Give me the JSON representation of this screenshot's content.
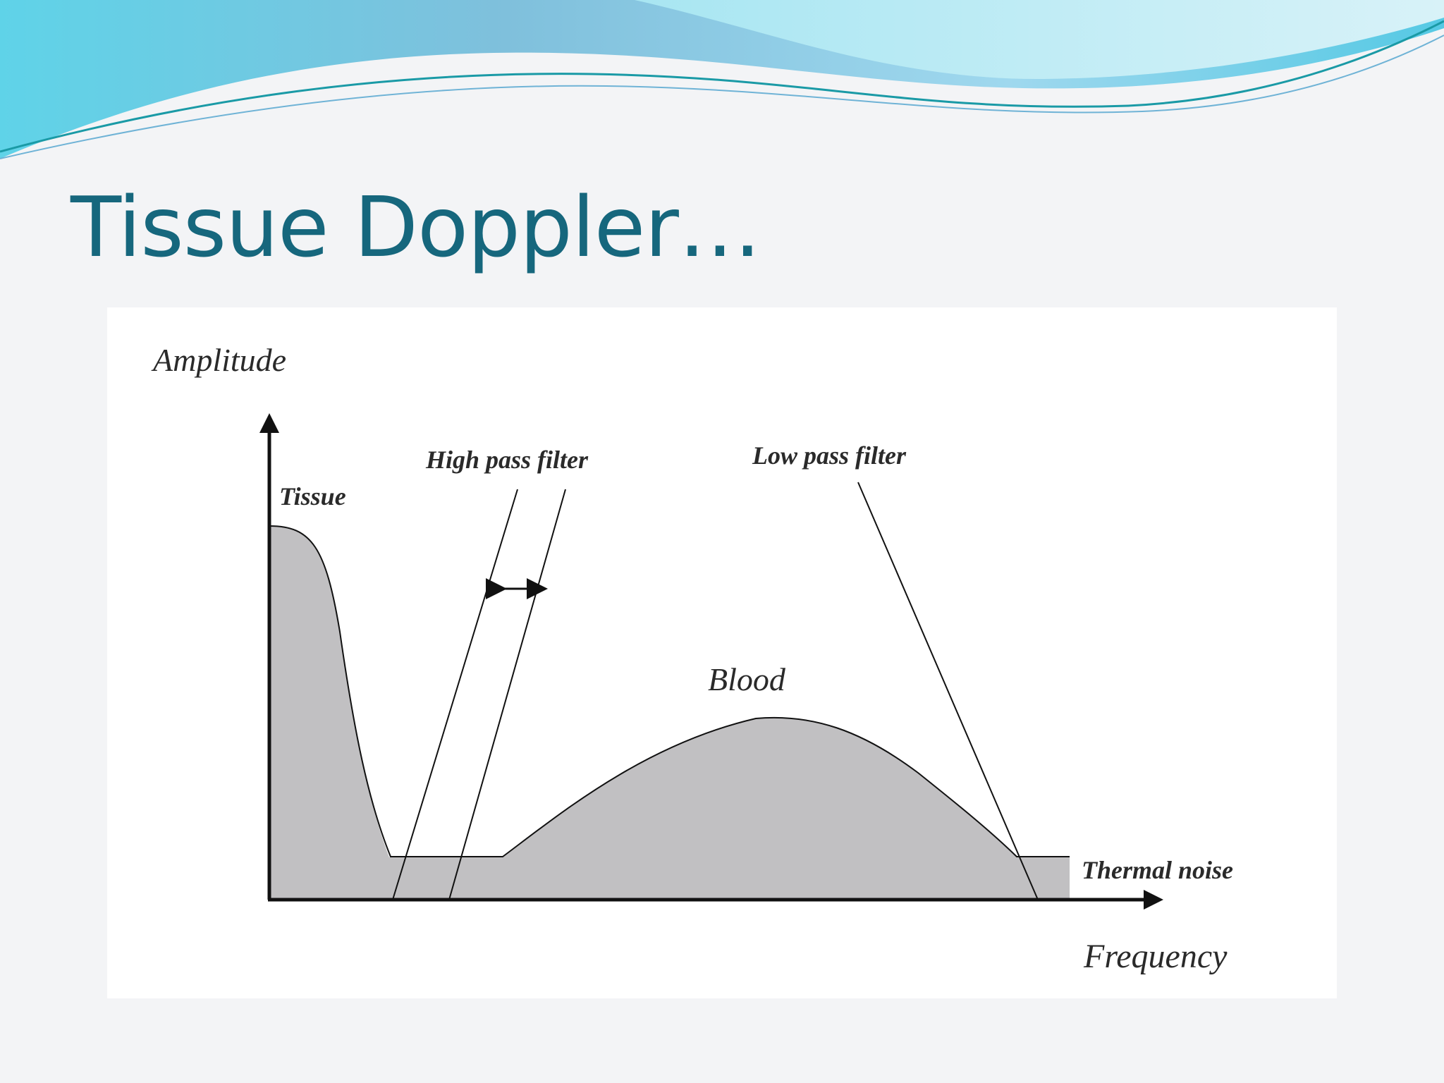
{
  "slide": {
    "title": "Tissue Doppler…"
  },
  "diagram": {
    "labels": {
      "y_axis": "Amplitude",
      "x_axis": "Frequency",
      "tissue": "Tissue",
      "high_pass_filter": "High pass filter",
      "low_pass_filter": "Low pass filter",
      "blood": "Blood",
      "thermal_noise": "Thermal noise"
    },
    "colors": {
      "fill": "#c1c0c2",
      "line": "#111111"
    }
  },
  "theme": {
    "title_color": "#16677d",
    "wave_colors": [
      "#7fc2de",
      "#4dd3e8",
      "#1a9aa6"
    ]
  }
}
